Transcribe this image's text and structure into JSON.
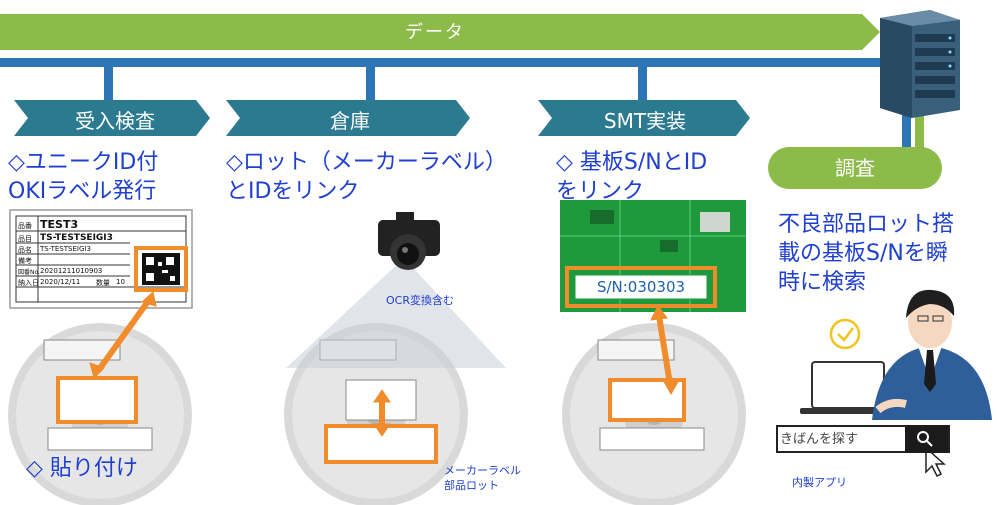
{
  "data_label": "データ",
  "steps": [
    {
      "label": "受入検査"
    },
    {
      "label": "倉庫"
    },
    {
      "label": "SMT実装"
    }
  ],
  "investigation": {
    "label": "調査"
  },
  "notes": {
    "receiving_line1": "◇ユニークID付",
    "receiving_line2": "OKIラベル発行",
    "warehouse_line1": "◇ロット（メーカーラベル）",
    "warehouse_line2": "とIDをリンク",
    "smt_line1": "◇ 基板S/NとID",
    "smt_line2": "をリンク",
    "investigation_line1": "不良部品ロット搭",
    "investigation_line2": "載の基板S/Nを瞬",
    "investigation_line3": "時に検索",
    "paste": "◇ 貼り付け",
    "ocr": "OCR変換含む",
    "maker_label_line1": "メーカーラベル",
    "maker_label_line2": "部品ロット",
    "inhouse_app": "内製アプリ"
  },
  "label_card": {
    "title": "TEST3",
    "rows": [
      {
        "k": "品番",
        "v": "TEST3"
      },
      {
        "k": "品目",
        "v": "TS-TESTSEIGI3"
      },
      {
        "k": "品名",
        "v": "TS-TESTSEIGI3"
      },
      {
        "k": "備考",
        "v": ""
      },
      {
        "k": "図番No.",
        "v": "20201211010903"
      },
      {
        "k": "納入日",
        "v": "2020/12/11"
      }
    ],
    "qty_label": "数量",
    "qty_value": "10"
  },
  "serial_number": "S/N:030303",
  "search": {
    "placeholder": "きばんを探す"
  },
  "colors": {
    "green_arrow": "#8cbb4a",
    "blue_line": "#2e75b6",
    "teal_chevron": "#2b7a8f",
    "text_blue": "#1f3fd0",
    "orange": "#f08c2c",
    "pcb_green": "#1e9a3c"
  },
  "icons": [
    "server-icon",
    "camera-icon",
    "check-circle-icon",
    "search-icon",
    "cursor-icon",
    "person-icon",
    "laptop-icon"
  ]
}
